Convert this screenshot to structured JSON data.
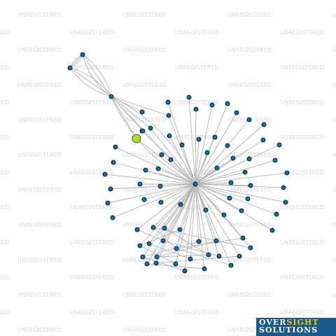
{
  "watermark": {
    "text": "UNREGISTERED"
  },
  "logo": {
    "line1_part1": "OVER",
    "line1_part2": "SIGHT",
    "line2": "SOLUTIONS",
    "colors": {
      "background": "#1a5b8c",
      "text": "#ffffff",
      "accent": "#f2c21b"
    }
  },
  "graph": {
    "colors": {
      "edge": "#b3b3b3",
      "node_fill": "#1e6a96",
      "node_stroke": "#0b2a3c",
      "focus_fill": "#a8e03a",
      "focus_stroke": "#4a6b10"
    },
    "node_count": 88,
    "focus_node": "highlighted green node"
  }
}
